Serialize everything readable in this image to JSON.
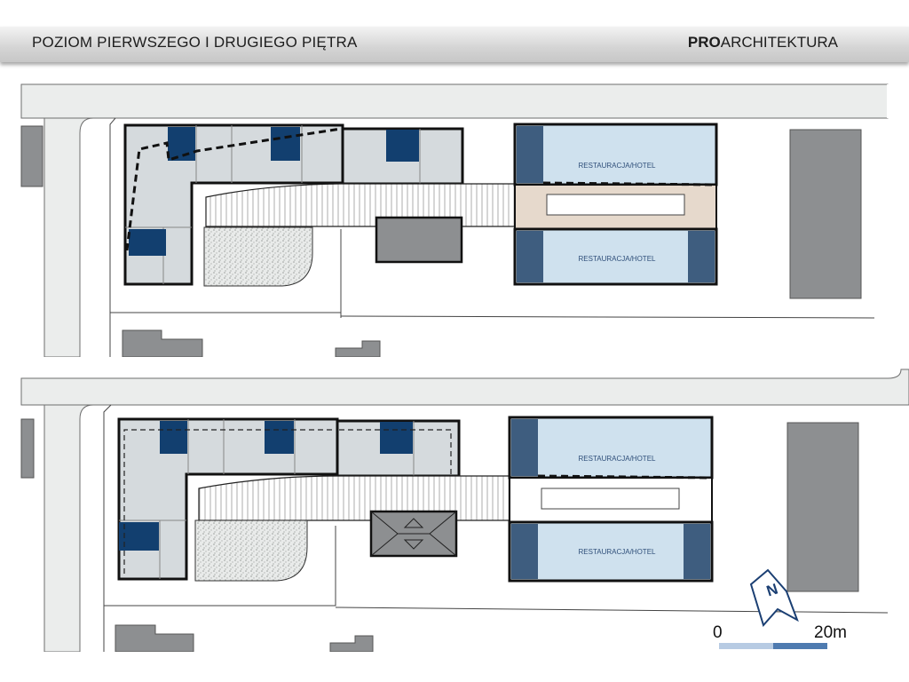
{
  "header": {
    "title": "POZIOM PIERWSZEGO I DRUGIEGO PIĘTRA",
    "brand_bold": "PRO",
    "brand_rest": "ARCHITEKTURA"
  },
  "plans": {
    "top": {
      "label_north": "RESTAURACJA/HOTEL",
      "label_south": "RESTAURACJA/HOTEL"
    },
    "bottom": {
      "label_north": "RESTAURACJA/HOTEL",
      "label_south": "RESTAURACJA/HOTEL"
    }
  },
  "compass": {
    "letter": "N"
  },
  "scale": {
    "start": "0",
    "end": "20m"
  },
  "colors": {
    "road": "#ebedec",
    "building": "#d5dadd",
    "dark_blue": "#123f6f",
    "mid_blue": "#3e5d7f",
    "light_blue": "#cfe1ee",
    "courtyard": "#e6d9cc",
    "neighbor": "#8d8f91"
  }
}
